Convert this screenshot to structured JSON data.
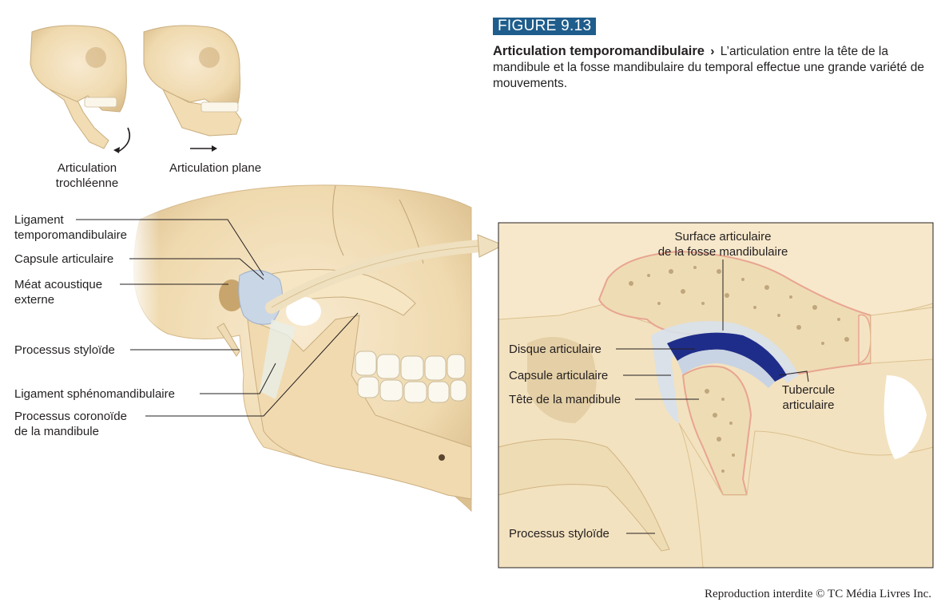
{
  "figure": {
    "badge": "FIGURE 9.13",
    "title": "Articulation temporomandibulaire",
    "arrow": "›",
    "description": "L’articulation entre la tête de la mandibule et la fosse mandibulaire du temporal effectue une grande variété de mouvements."
  },
  "thumbnails": {
    "hinge_label_1": "Articulation",
    "hinge_label_2": "trochléenne",
    "gliding_label": "Articulation plane"
  },
  "left_labels": {
    "ligament_tm_1": "Ligament",
    "ligament_tm_2": "temporomandibulaire",
    "capsule": "Capsule articulaire",
    "meat_1": "Méat acoustique",
    "meat_2": "externe",
    "styloid": "Processus styloïde",
    "spheno": "Ligament sphénomandibulaire",
    "coronoid_1": "Processus coronoïde",
    "coronoid_2": "de la mandibule"
  },
  "inset_labels": {
    "surface_1": "Surface articulaire",
    "surface_2": "de la fosse mandibulaire",
    "disque": "Disque articulaire",
    "capsule": "Capsule articulaire",
    "tete": "Tête de la mandibule",
    "tubercule_1": "Tubercule",
    "tubercule_2": "articulaire",
    "styloid": "Processus styloïde"
  },
  "colors": {
    "bone": "#f3dfb8",
    "bone_shadow": "#d9bd8c",
    "cartilage_outline": "#e8a590",
    "disc": "#1f2d8a",
    "capsule": "#c9d6e6",
    "badge": "#1f5d8c"
  },
  "credit": "Reproduction interdite © TC Média Livres Inc."
}
